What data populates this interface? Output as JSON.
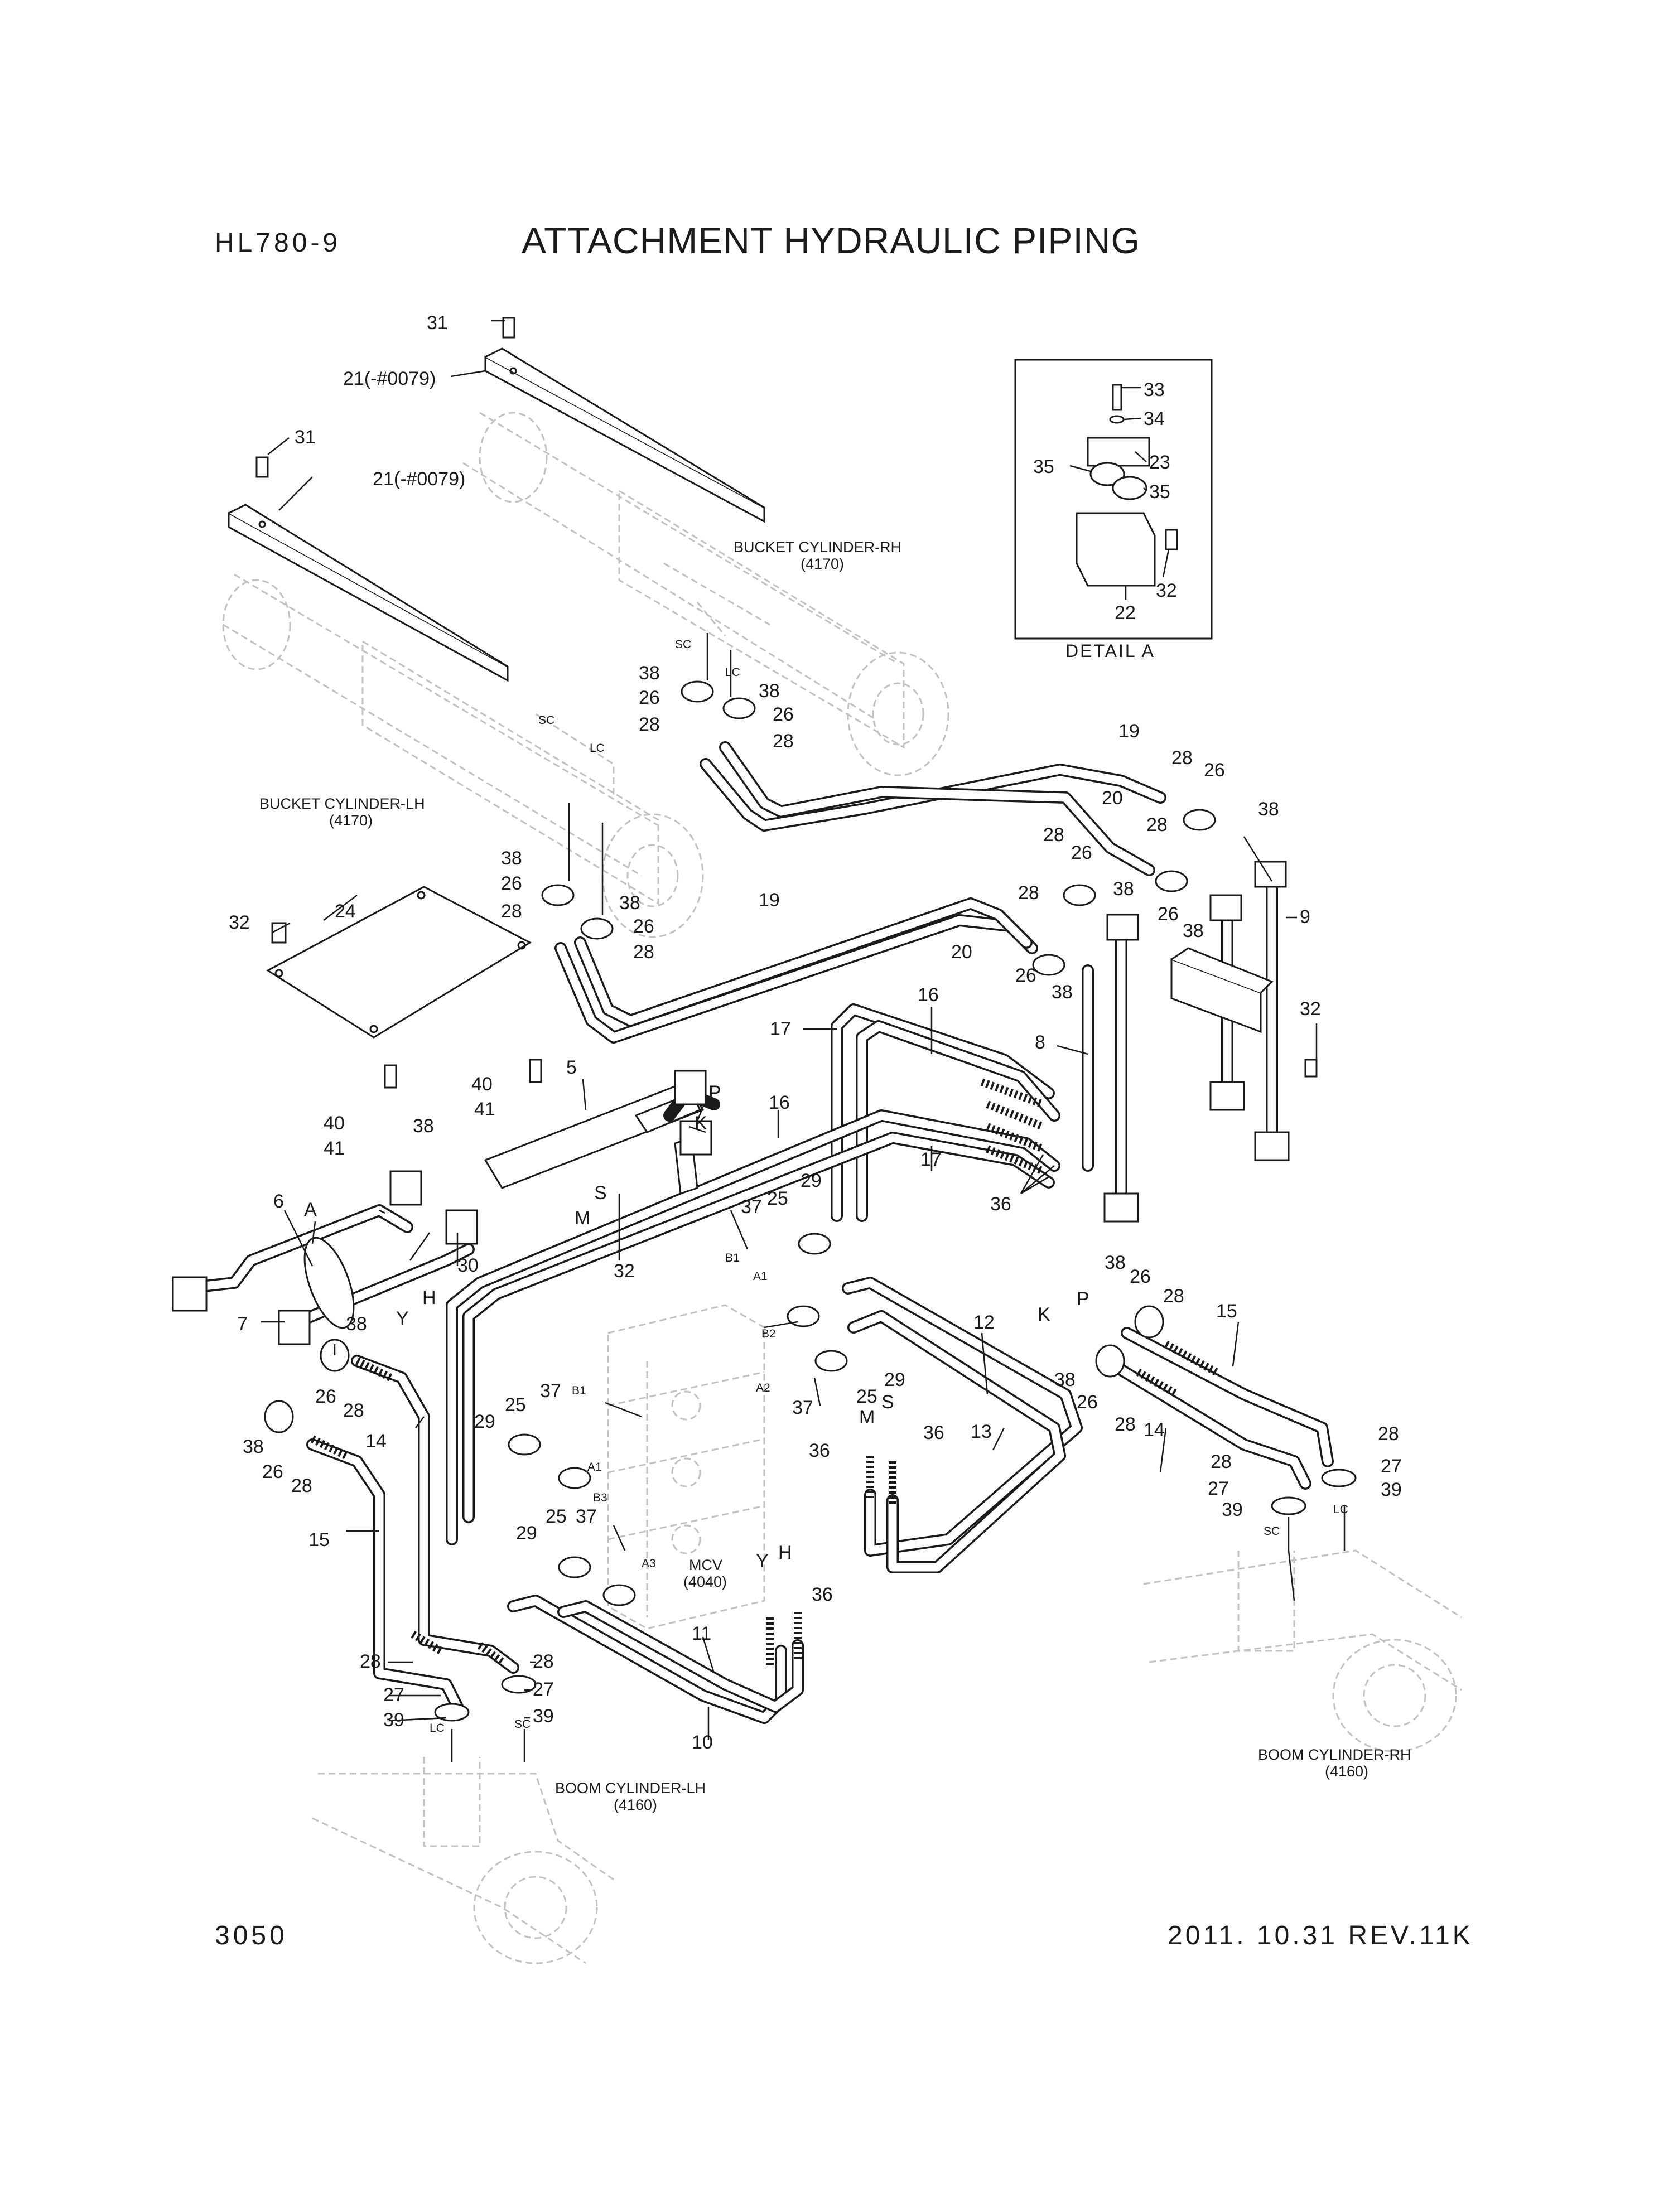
{
  "header": {
    "model": "HL780-9",
    "title": "ATTACHMENT HYDRAULIC PIPING"
  },
  "footer": {
    "page_number": "3050",
    "revision": "2011. 10.31 REV.11K"
  },
  "detail_box": {
    "caption": "DETAIL A"
  },
  "component_labels": {
    "bucket_rh": [
      "BUCKET CYLINDER-RH",
      "(4170)"
    ],
    "bucket_lh": [
      "BUCKET CYLINDER-LH",
      "(4170)"
    ],
    "boom_lh": [
      "BOOM CYLINDER-LH",
      "(4160)"
    ],
    "boom_rh": [
      "BOOM CYLINDER-RH",
      "(4160)"
    ],
    "mcv": [
      "MCV",
      "(4040)"
    ]
  },
  "callouts": [
    {
      "text": "31"
    },
    {
      "text": "21(-#0079)"
    },
    {
      "text": "31"
    },
    {
      "text": "21(-#0079)"
    },
    {
      "text": "33"
    },
    {
      "text": "34"
    },
    {
      "text": "35"
    },
    {
      "text": "23"
    },
    {
      "text": "35"
    },
    {
      "text": "32"
    },
    {
      "text": "22"
    },
    {
      "text": "38"
    },
    {
      "text": "26"
    },
    {
      "text": "28"
    },
    {
      "text": "38"
    },
    {
      "text": "26"
    },
    {
      "text": "28"
    },
    {
      "text": "19"
    },
    {
      "text": "28"
    },
    {
      "text": "26"
    },
    {
      "text": "38"
    },
    {
      "text": "20"
    },
    {
      "text": "28"
    },
    {
      "text": "28"
    },
    {
      "text": "26"
    },
    {
      "text": "38"
    },
    {
      "text": "26"
    },
    {
      "text": "38"
    },
    {
      "text": "9"
    },
    {
      "text": "38"
    },
    {
      "text": "26"
    },
    {
      "text": "28"
    },
    {
      "text": "38"
    },
    {
      "text": "26"
    },
    {
      "text": "28"
    },
    {
      "text": "19"
    },
    {
      "text": "28"
    },
    {
      "text": "20"
    },
    {
      "text": "26"
    },
    {
      "text": "38"
    },
    {
      "text": "32"
    },
    {
      "text": "24"
    },
    {
      "text": "17"
    },
    {
      "text": "16"
    },
    {
      "text": "8"
    },
    {
      "text": "32"
    },
    {
      "text": "40"
    },
    {
      "text": "5"
    },
    {
      "text": "P"
    },
    {
      "text": "41"
    },
    {
      "text": "K"
    },
    {
      "text": "16"
    },
    {
      "text": "40"
    },
    {
      "text": "38"
    },
    {
      "text": "41"
    },
    {
      "text": "17"
    },
    {
      "text": "6"
    },
    {
      "text": "A"
    },
    {
      "text": "M"
    },
    {
      "text": "S"
    },
    {
      "text": "29"
    },
    {
      "text": "25"
    },
    {
      "text": "36"
    },
    {
      "text": "37"
    },
    {
      "text": "30"
    },
    {
      "text": "32"
    },
    {
      "text": "Y"
    },
    {
      "text": "H"
    },
    {
      "text": "7"
    },
    {
      "text": "38"
    },
    {
      "text": "26"
    },
    {
      "text": "28"
    },
    {
      "text": "14"
    },
    {
      "text": "38"
    },
    {
      "text": "26"
    },
    {
      "text": "28"
    },
    {
      "text": "15"
    },
    {
      "text": "12"
    },
    {
      "text": "29"
    },
    {
      "text": "25"
    },
    {
      "text": "37"
    },
    {
      "text": "38"
    },
    {
      "text": "P"
    },
    {
      "text": "26"
    },
    {
      "text": "28"
    },
    {
      "text": "15"
    },
    {
      "text": "K"
    },
    {
      "text": "38"
    },
    {
      "text": "26"
    },
    {
      "text": "28"
    },
    {
      "text": "14"
    },
    {
      "text": "37"
    },
    {
      "text": "29"
    },
    {
      "text": "25"
    },
    {
      "text": "13"
    },
    {
      "text": "M"
    },
    {
      "text": "S"
    },
    {
      "text": "36"
    },
    {
      "text": "36"
    },
    {
      "text": "28"
    },
    {
      "text": "28"
    },
    {
      "text": "27"
    },
    {
      "text": "27"
    },
    {
      "text": "39"
    },
    {
      "text": "39"
    },
    {
      "text": "29"
    },
    {
      "text": "25"
    },
    {
      "text": "37"
    },
    {
      "text": "Y"
    },
    {
      "text": "H"
    },
    {
      "text": "36"
    },
    {
      "text": "11"
    },
    {
      "text": "10"
    },
    {
      "text": "28"
    },
    {
      "text": "27"
    },
    {
      "text": "39"
    },
    {
      "text": "28"
    },
    {
      "text": "27"
    },
    {
      "text": "39"
    }
  ],
  "port_labels": [
    {
      "text": "SC"
    },
    {
      "text": "LC"
    },
    {
      "text": "SC"
    },
    {
      "text": "LC"
    },
    {
      "text": "B1"
    },
    {
      "text": "A1"
    },
    {
      "text": "B2"
    },
    {
      "text": "A2"
    },
    {
      "text": "B1"
    },
    {
      "text": "A1"
    },
    {
      "text": "B3"
    },
    {
      "text": "A3"
    },
    {
      "text": "SC"
    },
    {
      "text": "LC"
    },
    {
      "text": "LC"
    },
    {
      "text": "SC"
    }
  ]
}
